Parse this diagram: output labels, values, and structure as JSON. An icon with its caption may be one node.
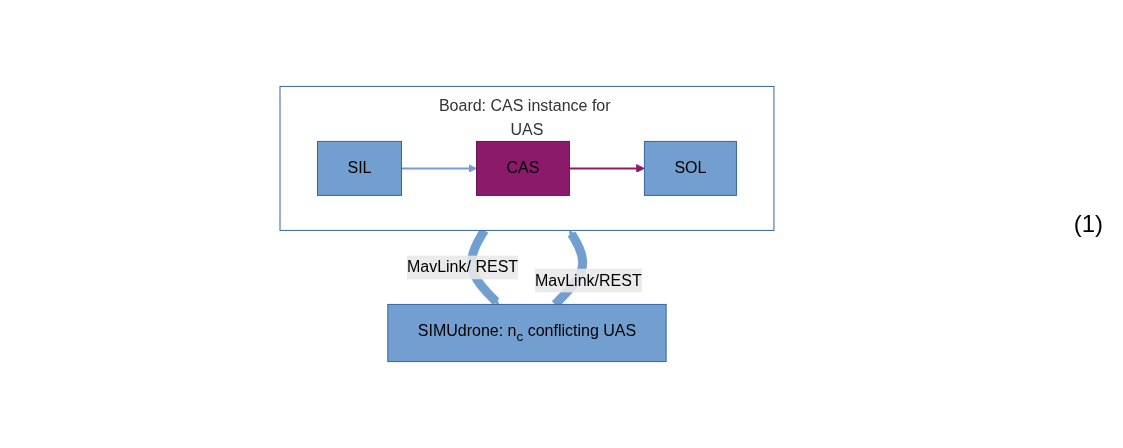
{
  "diagram": {
    "nodes": [
      {
        "text": [
          "Board: CAS instance for UAS"
        ]
      },
      {
        "text": [
          "SIL"
        ],
        "in": 0
      },
      {
        "text": [
          "CAS"
        ],
        "in": 0
      },
      {
        "text": [
          "SOL"
        ],
        "in": 0
      },
      {
        "text": [
          "SIMUdrone: n$_{c}$ conflicting UAS"
        ]
      }
    ],
    "edges": [
      {
        "from": 1,
        "to": 2,
        "arrow": "to"
      },
      {
        "from": 2,
        "to": 3,
        "arrow": "to",
        "color": "#8b1a6b"
      },
      {
        "from": 0,
        "to": 4,
        "arrow": "to",
        "label": "MavLink/ REST",
        "style": "thick"
      },
      {
        "from": 4,
        "to": 0,
        "arrow": "to",
        "label": "MavLink/REST",
        "style": "thick"
      }
    ],
    "labels": [
      "(1)"
    ]
  }
}
